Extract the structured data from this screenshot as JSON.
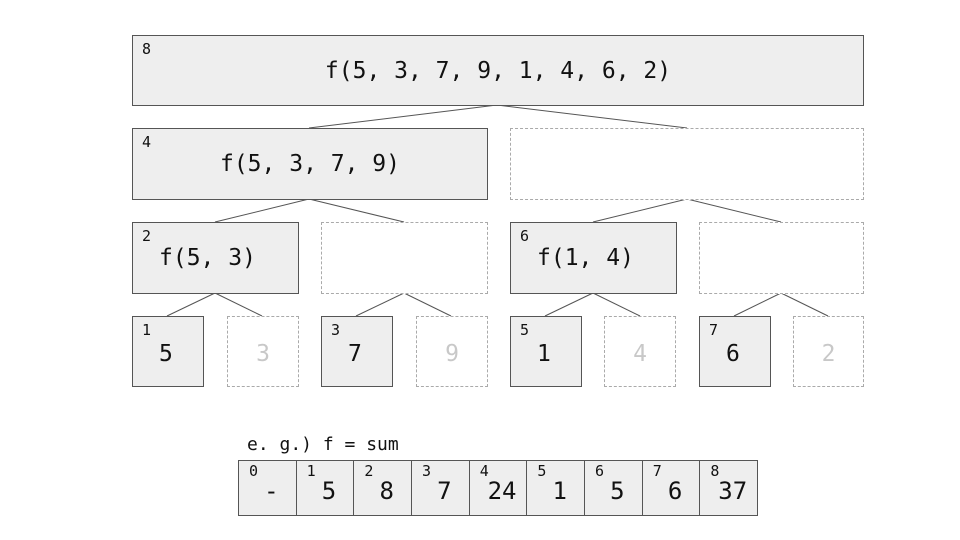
{
  "root": {
    "index": "8",
    "label": "f(5, 3, 7, 9, 1, 4, 6, 2)"
  },
  "level1": [
    {
      "index": "4",
      "label": "f(5, 3, 7, 9)"
    }
  ],
  "level2": [
    {
      "index": "2",
      "label": "f(5, 3)"
    },
    {
      "index": "6",
      "label": "f(1, 4)"
    }
  ],
  "leaves": [
    {
      "index": "1",
      "label": "5"
    },
    {
      "label": "3"
    },
    {
      "index": "3",
      "label": "7"
    },
    {
      "label": "9"
    },
    {
      "index": "5",
      "label": "1"
    },
    {
      "label": "4"
    },
    {
      "index": "7",
      "label": "6"
    },
    {
      "label": "2"
    }
  ],
  "caption": "e. g.) f = sum",
  "table": [
    {
      "index": "0",
      "value": "-"
    },
    {
      "index": "1",
      "value": "5"
    },
    {
      "index": "2",
      "value": "8"
    },
    {
      "index": "3",
      "value": "7"
    },
    {
      "index": "4",
      "value": "24"
    },
    {
      "index": "5",
      "value": "1"
    },
    {
      "index": "6",
      "value": "5"
    },
    {
      "index": "7",
      "value": "6"
    },
    {
      "index": "8",
      "value": "37"
    }
  ]
}
